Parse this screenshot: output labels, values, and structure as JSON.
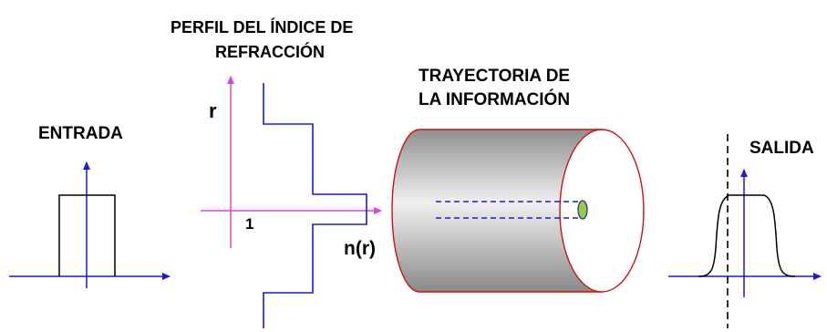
{
  "labels": {
    "profile_title_line1": "PERFIL DEL ÍNDICE DE",
    "profile_title_line2": "REFRACCIÓN",
    "trajectory_title_line1": "TRAYECTORIA DE",
    "trajectory_title_line2": "LA INFORMACIÓN",
    "input_title": "ENTRADA",
    "output_title": "SALIDA",
    "r_axis": "r",
    "one_tick": "1",
    "n_of_r": "n(r)"
  },
  "colors": {
    "axis": "#1a1ad6",
    "magenta_axis": "#e040e0",
    "profile_line": "#1a1ad6",
    "pulse_line": "#000000",
    "cylinder_dark": "#8a8a8a",
    "cylinder_light": "#e6e6e6",
    "cylinder_edge": "#cc1111",
    "beam": "#1a1ad6",
    "core": "#9acd32"
  }
}
